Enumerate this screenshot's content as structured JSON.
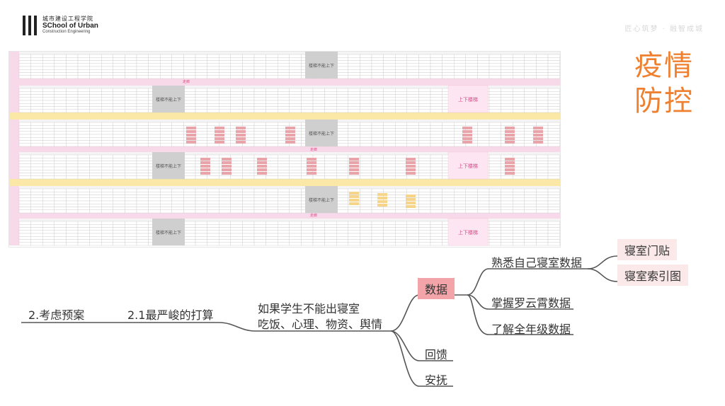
{
  "logo": {
    "name_cn": "城市建设工程学院",
    "name_en": "SChool of Urban",
    "name_en_sub": "Construction Engineering"
  },
  "header_motto": "匠心筑梦 · 融智成城",
  "title_lines": [
    "疫情",
    "防控"
  ],
  "sheet": {
    "gray_label": "楼梯不能上下",
    "pink_label": "上下楼梯",
    "divider": "走廊"
  },
  "mindmap": {
    "root": "2.考虑预案",
    "level1": "2.1最严峻的打算",
    "level2_line1": "如果学生不能出寝室",
    "level2_line2": "吃饭、心理、物资、舆情",
    "branches": {
      "data": "数据",
      "feedback": "回馈",
      "comfort": "安抚"
    },
    "data_children": {
      "own": "熟悉自己寝室数据",
      "luo": "掌握罗云霄数据",
      "grade": "了解全年级数据"
    },
    "own_children": {
      "door": "寝室门贴",
      "index": "寝室索引图"
    }
  },
  "colors": {
    "accent_orange": "#ee8030",
    "data_node": "#f2a4a8",
    "leaf_node": "#fbe9ea",
    "sheet_pink": "#f7d9ea",
    "sheet_yellow": "#fbe7a6"
  }
}
